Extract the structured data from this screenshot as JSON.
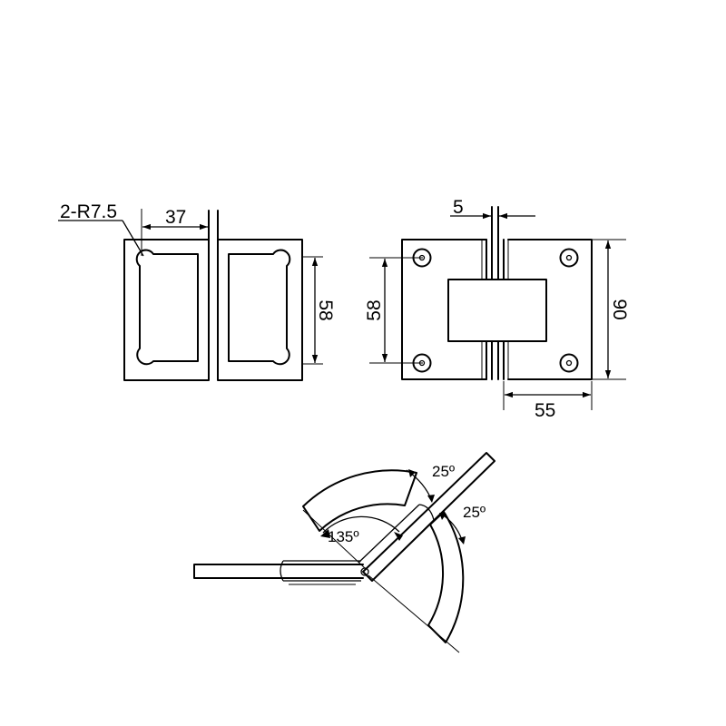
{
  "labels": {
    "radius_note": "2-R7.5",
    "width_37": "37",
    "height_58_left": "58",
    "width_5": "5",
    "height_58_front": "58",
    "height_90": "90",
    "width_55": "55",
    "angle_135": "135º",
    "angle_25_upper": "25º",
    "angle_25_lower": "25º"
  },
  "colors": {
    "stroke": "#000000",
    "background": "#ffffff"
  }
}
